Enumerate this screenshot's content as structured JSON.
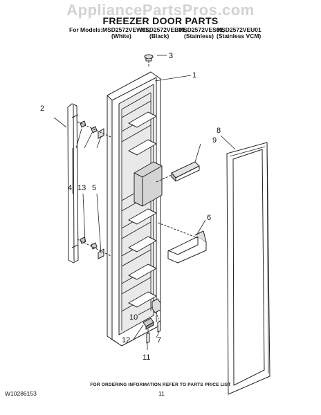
{
  "watermark": "AppliancePartsPros.com",
  "title": "FREEZER DOOR PARTS",
  "models": {
    "prefix": "For Models:",
    "list": [
      "MSD2572VEW01,",
      "MSD2572VEB01,",
      "MSD2572VES01,",
      "MSD2572VEU01"
    ],
    "variants": [
      "(White)",
      "(Black)",
      "(Stainless)",
      "(Stainless VCM)"
    ]
  },
  "callouts": [
    "1",
    "2",
    "3",
    "4",
    "13",
    "5",
    "6",
    "7",
    "8",
    "9",
    "10",
    "11",
    "12"
  ],
  "footer": {
    "note": "FOR ORDERING INFORMATION REFER TO PARTS PRICE LIST",
    "doc_number": "W10286153",
    "page_number": "11"
  }
}
